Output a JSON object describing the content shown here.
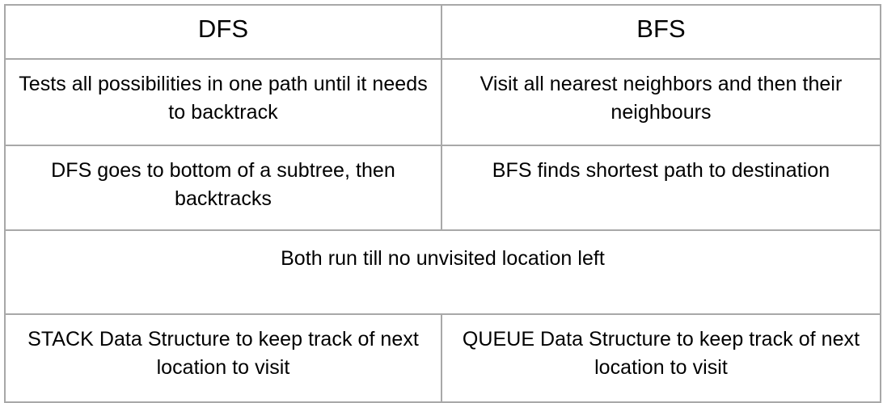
{
  "table": {
    "columns": [
      {
        "id": "dfs",
        "header": "DFS"
      },
      {
        "id": "bfs",
        "header": "BFS"
      }
    ],
    "rows": [
      {
        "type": "split",
        "dfs": "Tests all possibilities in one path until it needs to backtrack",
        "bfs": "Visit all nearest neighbors and then their neighbours"
      },
      {
        "type": "split",
        "dfs": "DFS goes to bottom of a subtree, then backtracks",
        "bfs": "BFS finds shortest path to destination"
      },
      {
        "type": "merged",
        "text": "Both run till no unvisited location left"
      },
      {
        "type": "split",
        "dfs": "STACK Data Structure to keep track of next location to visit",
        "bfs": "QUEUE Data Structure to keep track of next location to visit"
      }
    ]
  },
  "style": {
    "border_color": "#a8a8a8",
    "background_color": "#ffffff",
    "text_color": "#000000"
  }
}
